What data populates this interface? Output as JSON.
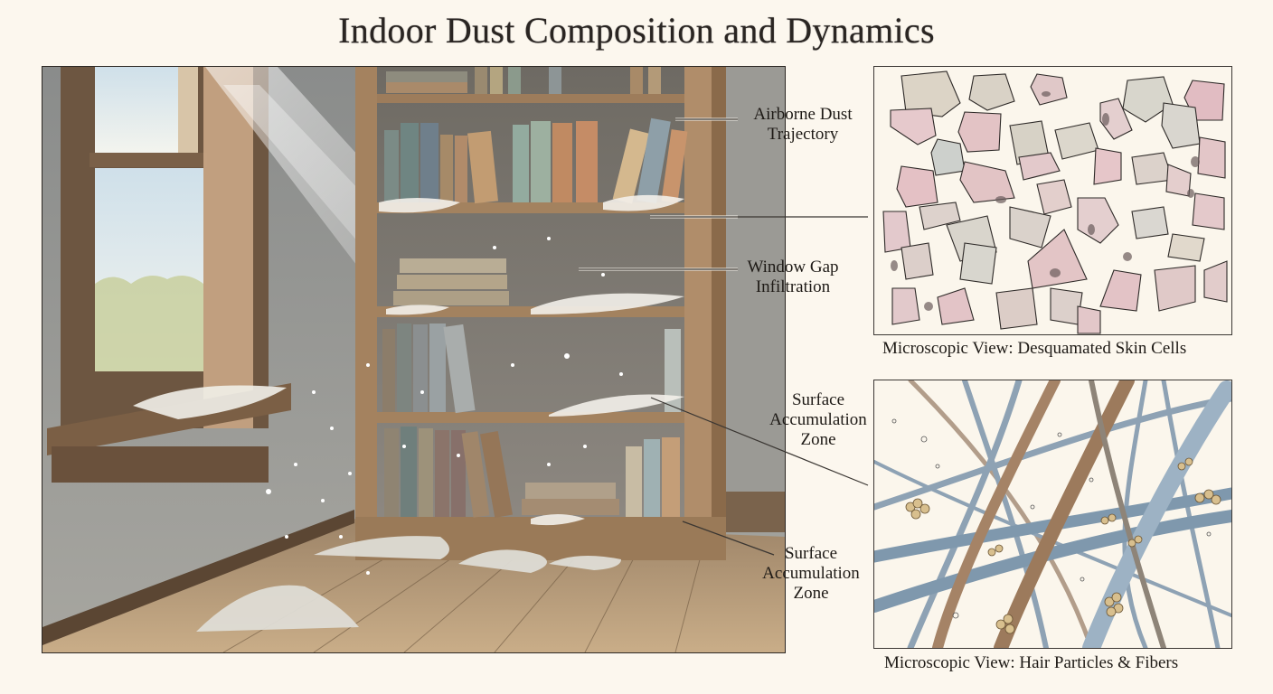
{
  "title": "Indoor Dust Composition and Dynamics",
  "scene": {
    "description": "Watercolor illustration of a room corner with window, sunbeams, bookcase, dusty shelves and wooden floor",
    "elements": [
      "window",
      "window-sill-dust",
      "sunbeam",
      "bookcase",
      "books",
      "shelf-dust",
      "floor-dust-piles",
      "falling-particles"
    ]
  },
  "callouts": [
    {
      "id": "airborne",
      "line1": "Airborne Dust",
      "line2": "Trajectory"
    },
    {
      "id": "window-gap",
      "line1": "Window Gap",
      "line2": "Infiltration"
    },
    {
      "id": "surface-1",
      "line1": "Surface",
      "line2": "Accumulation",
      "line3": "Zone"
    },
    {
      "id": "surface-2",
      "line1": "Surface",
      "line2": "Accumulation",
      "line3": "Zone"
    }
  ],
  "panels": {
    "skin": {
      "caption": "Microscopic View: Desquamated Skin Cells"
    },
    "hair": {
      "caption": "Microscopic View: Hair Particles & Fibers"
    }
  },
  "colors": {
    "background": "#fcf7ee",
    "wood": "#8a6a4a",
    "wall": "#8f8f8c",
    "skin_cell_pink": "#e2c3c6",
    "skin_cell_grey": "#d6d3cb",
    "fiber_blue": "#8da2b4",
    "fiber_brown": "#9a7a62",
    "debris": "#d8c090"
  }
}
